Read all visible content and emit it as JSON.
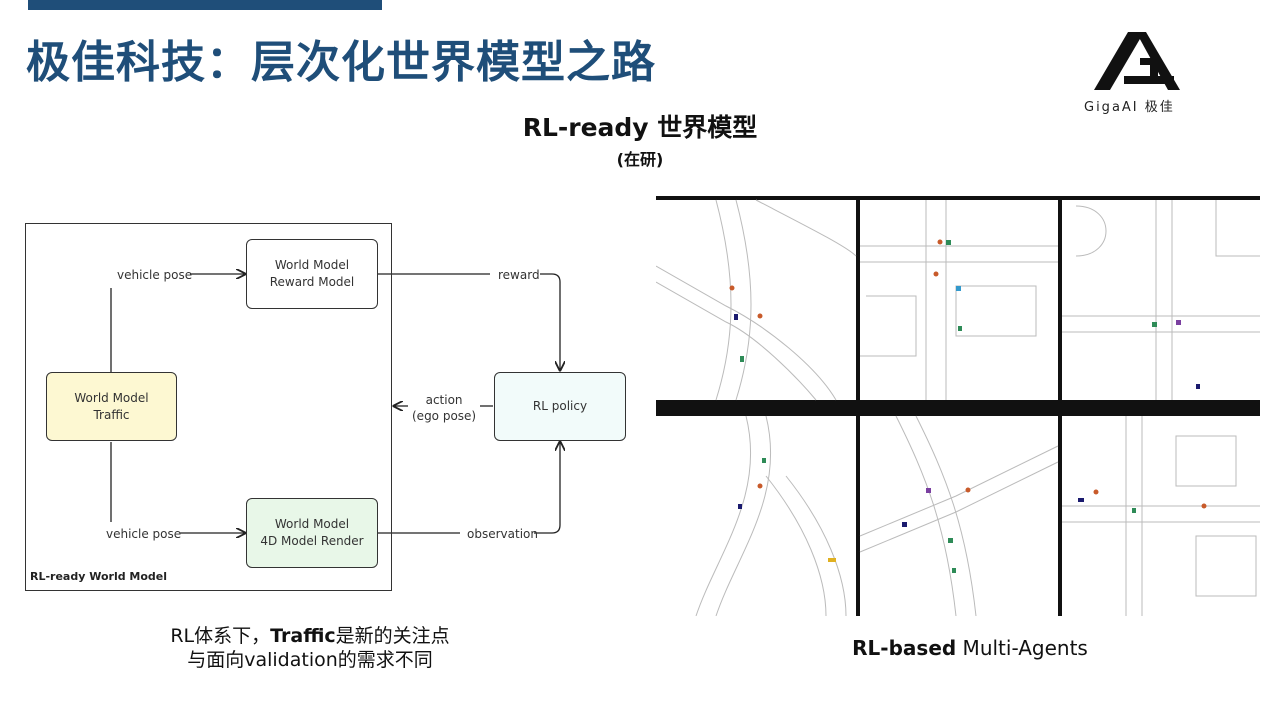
{
  "slide": {
    "title": "极佳科技：层次化世界模型之路",
    "logo_text": "GigaAI 极佳",
    "section_title": "RL-ready 世界模型",
    "section_subtitle": "(在研)"
  },
  "diagram": {
    "frame_label": "RL-ready World Model",
    "traffic_line1": "World Model",
    "traffic_line2": "Traffic",
    "reward_line1": "World Model",
    "reward_line2": "Reward Model",
    "render_line1": "World Model",
    "render_line2": "4D Model Render",
    "policy": "RL policy",
    "pose_top": "vehicle pose",
    "pose_bottom": "vehicle pose",
    "reward": "reward",
    "observation": "observation",
    "action_line1": "action",
    "action_line2": "(ego pose)"
  },
  "captions": {
    "left_prefix": "RL体系下，",
    "left_bold": "Traffic",
    "left_suffix": "是新的关注点",
    "left_line2": "与面向validation的需求不同",
    "right_bold": "RL-based",
    "right_rest": " Multi-Agents"
  },
  "colors": {
    "title": "#1f4e79",
    "traffic_fill": "#fdf8d2",
    "render_fill": "#e8f7e8",
    "policy_fill": "#f2fbfa"
  }
}
